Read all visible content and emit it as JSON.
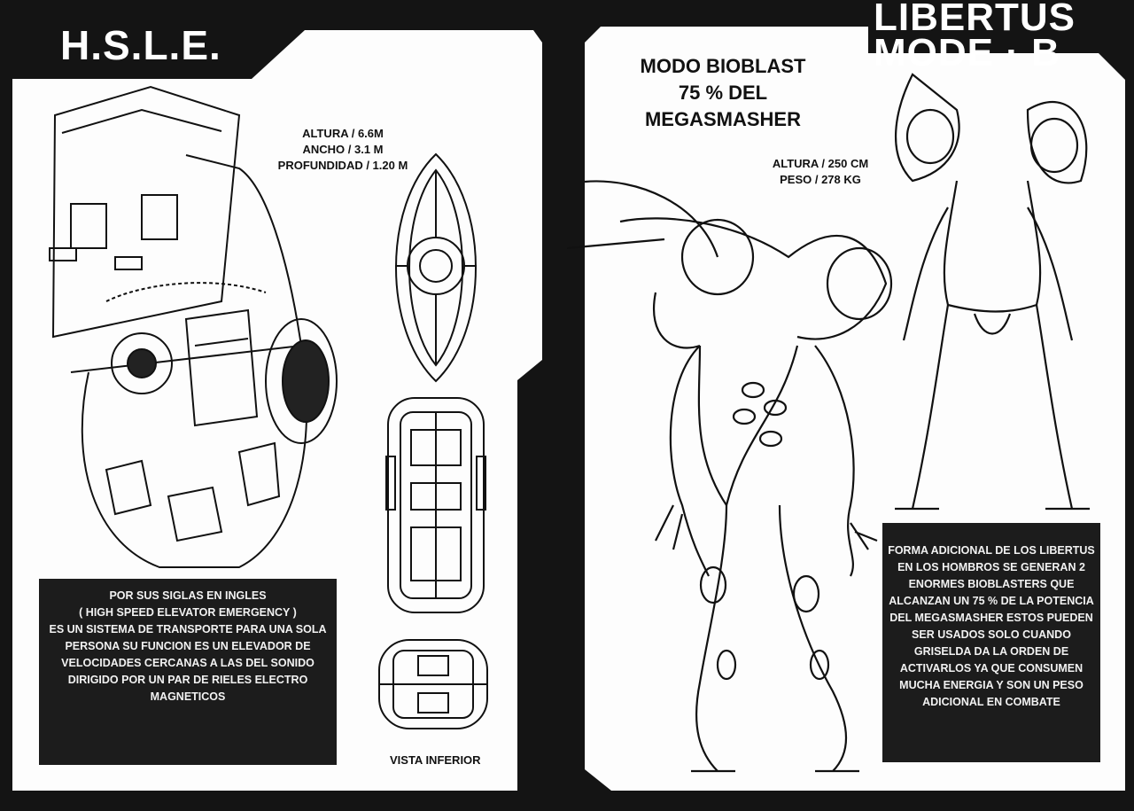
{
  "left_page": {
    "title": "H.S.L.E.",
    "specs": [
      "ALTURA / 6.6M",
      "ANCHO / 3.1 M",
      "PROFUNDIDAD / 1.20 M"
    ],
    "description": [
      "POR SUS SIGLAS EN INGLES",
      "( HIGH SPEED ELEVATOR EMERGENCY )",
      "ES UN SISTEMA DE  TRANSPORTE PARA UNA SOLA",
      "PERSONA  SU FUNCION ES UN ELEVADOR DE",
      "VELOCIDADES CERCANAS A LAS DEL SONIDO",
      "DIRIGIDO POR UN PAR DE RIELES ELECTRO",
      "MAGNETICOS"
    ],
    "bottom_view_label": "VISTA INFERIOR"
  },
  "right_page": {
    "title_line1": "LIBERTUS",
    "title_line2": "MODE · B",
    "bioblast": [
      "MODO BIOBLAST",
      "75 % DEL",
      "MEGASMASHER"
    ],
    "specs": [
      "ALTURA / 250 CM",
      "PESO / 278 KG"
    ],
    "description": [
      "FORMA ADICIONAL DE LOS LIBERTUS",
      "EN LOS HOMBROS SE GENERAN  2",
      "ENORMES BIOBLASTERS QUE",
      "ALCANZAN UN 75 % DE LA POTENCIA",
      "DEL MEGASMASHER  ESTOS PUEDEN",
      "SER USADOS SOLO CUANDO",
      "GRISELDA DA LA ORDEN DE",
      "ACTIVARLOS   YA QUE CONSUMEN",
      "MUCHA ENERGIA Y SON UN  PESO",
      "ADICIONAL EN COMBATE"
    ]
  }
}
